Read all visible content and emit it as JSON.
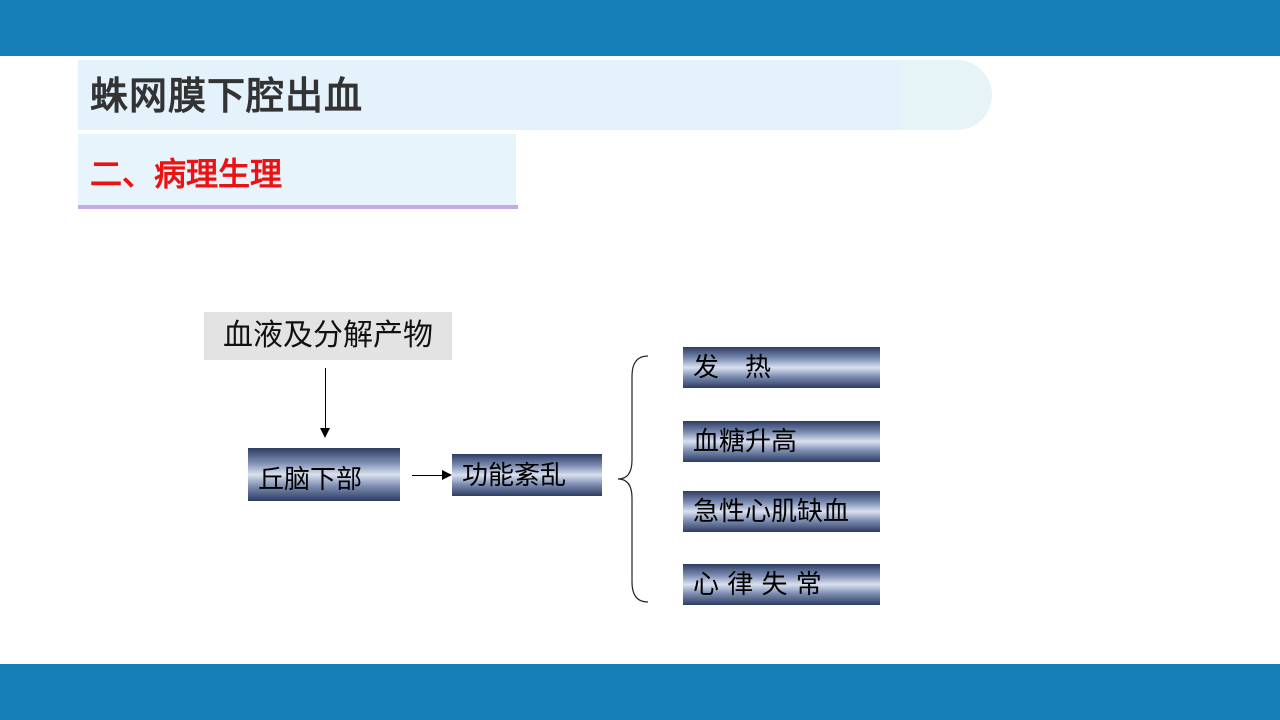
{
  "slide": {
    "title": "蛛网膜下腔出血",
    "subtitle": "二、病理生理"
  },
  "diagram": {
    "source": "血液及分解产物",
    "node_hypothalamus": "丘脑下部",
    "node_dysfunction": "功能紊乱",
    "outcomes": [
      "发　热",
      "血糖升高",
      "急性心肌缺血",
      "心 律 失 常"
    ]
  },
  "colors": {
    "bar": "#1580b8",
    "title_text": "#333333",
    "subtitle_text": "#ee1111",
    "subtitle_underline": "#c9a7ec"
  }
}
